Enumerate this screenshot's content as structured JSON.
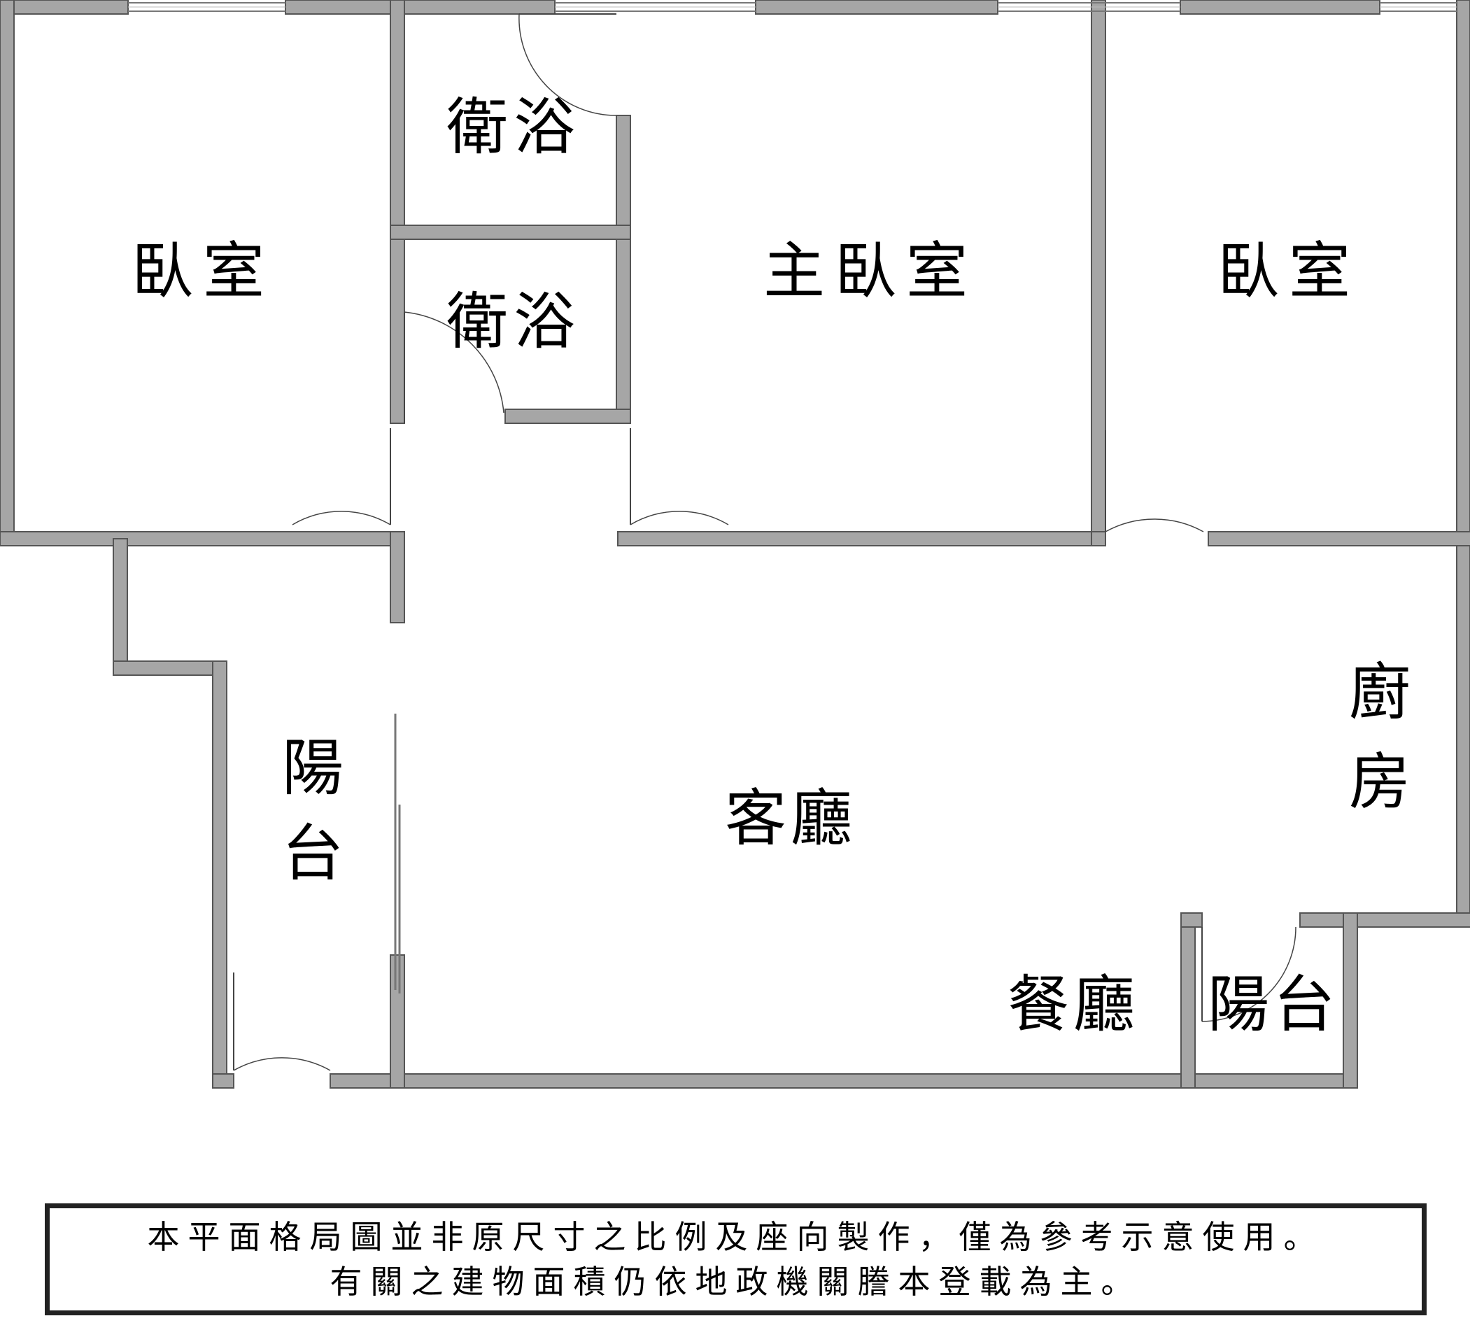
{
  "rooms": {
    "bedroom_left": "臥室",
    "bath_upper": "衛浴",
    "bath_lower": "衛浴",
    "master_bedroom": "主臥室",
    "bedroom_right": "臥室",
    "balcony_left": [
      "陽",
      "台"
    ],
    "living_room": "客廳",
    "kitchen": [
      "廚",
      "房"
    ],
    "dining_room": "餐廳",
    "balcony_right": "陽台"
  },
  "colors": {
    "wall_fill": "#a6a6a6",
    "wall_stroke": "#555555",
    "door_line": "#444444",
    "text": "#000000"
  },
  "disclaimer": {
    "line1": "本平面格局圖並非原尺寸之比例及座向製作，僅為參考示意使用。",
    "line2": "有關之建物面積仍依地政機關謄本登載為主。"
  }
}
